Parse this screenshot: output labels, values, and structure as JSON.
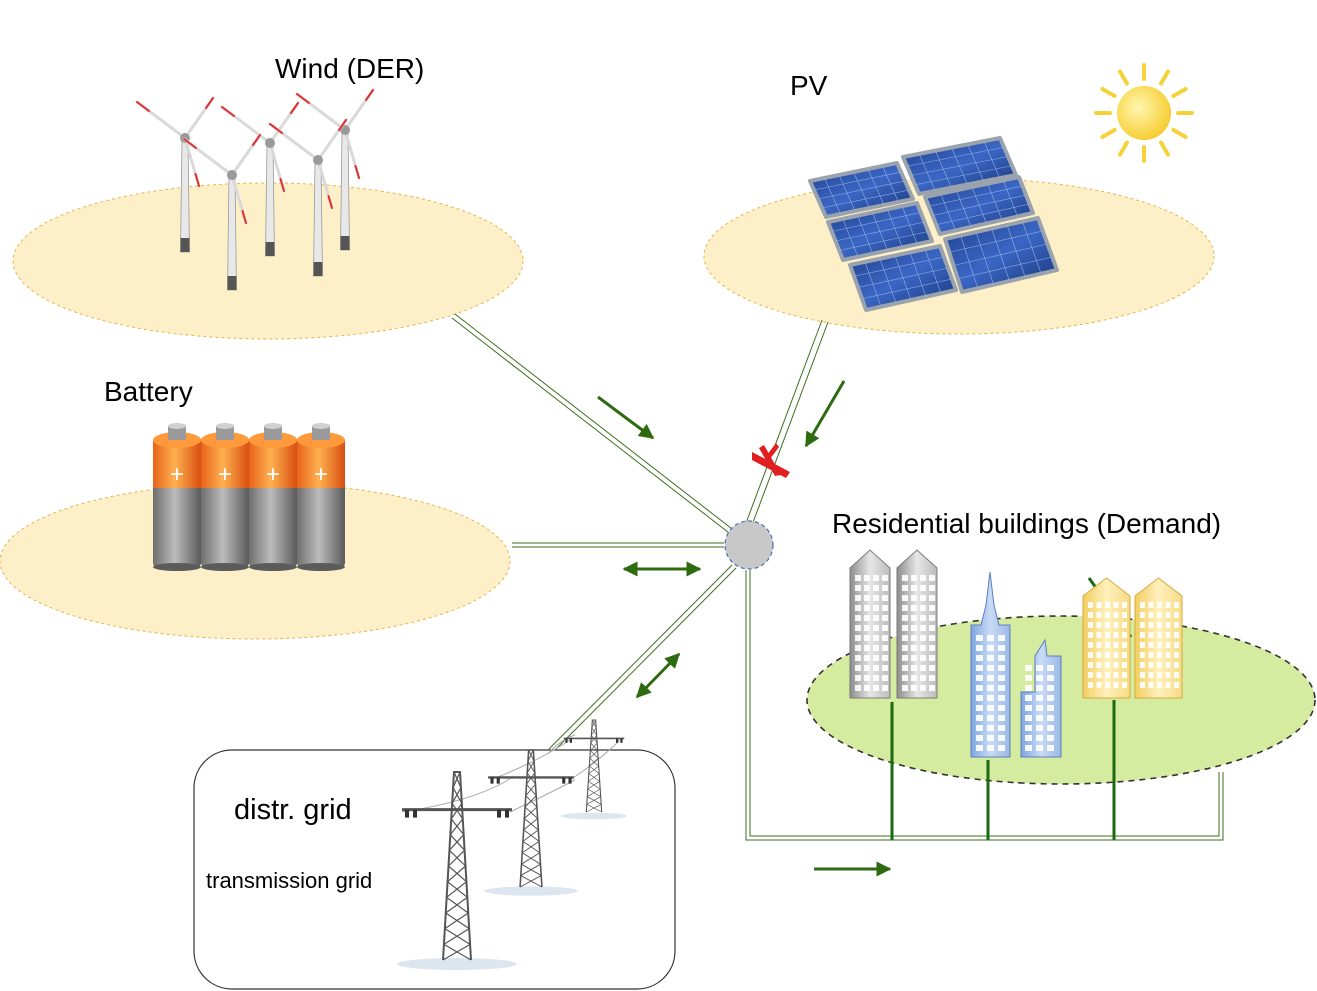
{
  "labels": {
    "wind": "Wind (DER)",
    "pv": "PV",
    "battery": "Battery",
    "residential": "Residential buildings (Demand)",
    "distr_grid": "distr. grid",
    "transmission_grid": "transmission grid"
  },
  "battery_cell_symbol": "+",
  "colors": {
    "source_area": "#fdf0c8",
    "demand_area": "#d5eba0",
    "line": "#3f6f1f",
    "arrow": "#2e6a0f",
    "hub": "#c8c8c8",
    "breaker": "#e02020"
  },
  "icons": [
    "wind-turbine-icon",
    "solar-panel-icon",
    "sun-icon",
    "battery-icon",
    "building-icon",
    "power-pylon-icon",
    "circuit-breaker-icon"
  ]
}
